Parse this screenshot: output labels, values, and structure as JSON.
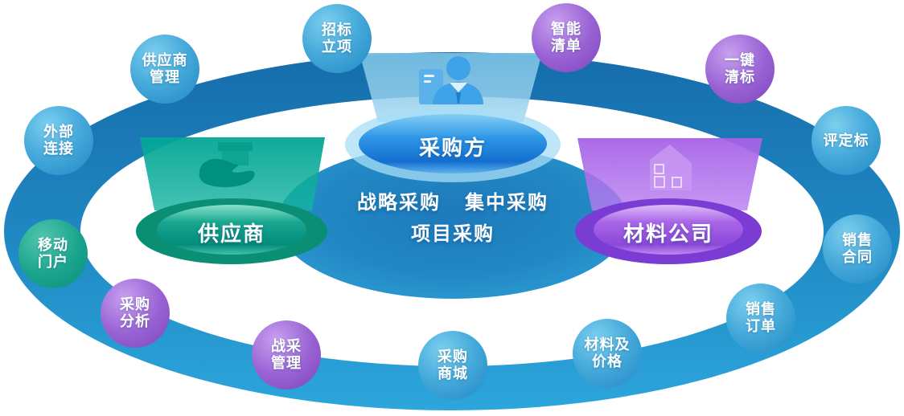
{
  "diagram": {
    "type": "procurement-ecosystem-orbit-diagram",
    "background": "#ffffff"
  },
  "nodes": {
    "purchaser": {
      "label": "采购方",
      "icon": "businessman-icon",
      "color": "#2e96e6"
    },
    "supplier": {
      "label": "供应商",
      "icon": "hand-holding-box-icon",
      "color": "#12a189"
    },
    "material_company": {
      "label": "材料公司",
      "icon": "factory-house-icon",
      "color": "#a361e6"
    },
    "center_text": {
      "line1_left": "战略采购",
      "line1_right": "集中采购",
      "line2": "项目采购"
    }
  },
  "badges": [
    {
      "label": "招标立项",
      "lines": "招标\n立项",
      "color": "blue"
    },
    {
      "label": "供应商管理",
      "lines": "供应商\n管理",
      "color": "blue"
    },
    {
      "label": "外部连接",
      "lines": "外部\n连接",
      "color": "blue"
    },
    {
      "label": "移动门户",
      "lines": "移动\n门户",
      "color": "green"
    },
    {
      "label": "采购分析",
      "lines": "采购\n分析",
      "color": "purple"
    },
    {
      "label": "战采管理",
      "lines": "战采\n管理",
      "color": "purple"
    },
    {
      "label": "采购商城",
      "lines": "采购\n商城",
      "color": "blue"
    },
    {
      "label": "材料及价格",
      "lines": "材料及\n价格",
      "color": "blue"
    },
    {
      "label": "销售订单",
      "lines": "销售\n订单",
      "color": "blue"
    },
    {
      "label": "销售合同",
      "lines": "销售\n合同",
      "color": "blue"
    },
    {
      "label": "评定标",
      "lines": "评定标",
      "color": "blue"
    },
    {
      "label": "一键清标",
      "lines": "一键\n清标",
      "color": "purple"
    },
    {
      "label": "智能清单",
      "lines": "智能\n清单",
      "color": "purple"
    }
  ],
  "palette": {
    "ring_top": "#166cab",
    "ring_bottom": "#2ca6dc",
    "center_ellipse": "#2490c8",
    "beam_blue": "#8ccae9",
    "beam_green": "#06ab99",
    "beam_purple": "#a965e8",
    "badge_blue": "#45a9da",
    "badge_purple": "#9a63d4",
    "badge_green": "#1aa38c",
    "supplier_outer_ellipse": "#0a8f75",
    "material_outer_ellipse": "#7a3cd2",
    "text": "#ffffff"
  }
}
